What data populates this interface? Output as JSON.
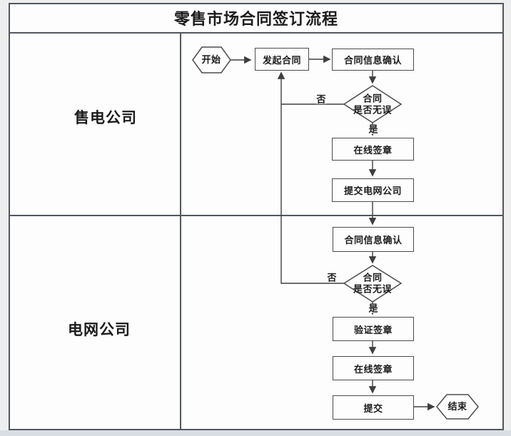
{
  "title": "零售市场合同签订流程",
  "lanes": {
    "sales": {
      "label": "售电公司"
    },
    "grid": {
      "label": "电网公司"
    }
  },
  "flow": {
    "start": {
      "label": "开始"
    },
    "initiate_contract": {
      "label": "发起合同"
    },
    "confirm_info_sales": {
      "label": "合同信息确认"
    },
    "check_sales": {
      "line1": "合同",
      "line2": "是否无误",
      "no": "否",
      "yes": "是"
    },
    "online_sign_sales": {
      "label": "在线签章"
    },
    "submit_to_grid": {
      "label": "提交电网公司"
    },
    "confirm_info_grid": {
      "label": "合同信息确认"
    },
    "check_grid": {
      "line1": "合同",
      "line2": "是否无误",
      "no": "否",
      "yes": "是"
    },
    "verify_sign": {
      "label": "验证签章"
    },
    "online_sign_grid": {
      "label": "在线签章"
    },
    "submit": {
      "label": "提交"
    },
    "end": {
      "label": "结束"
    }
  }
}
